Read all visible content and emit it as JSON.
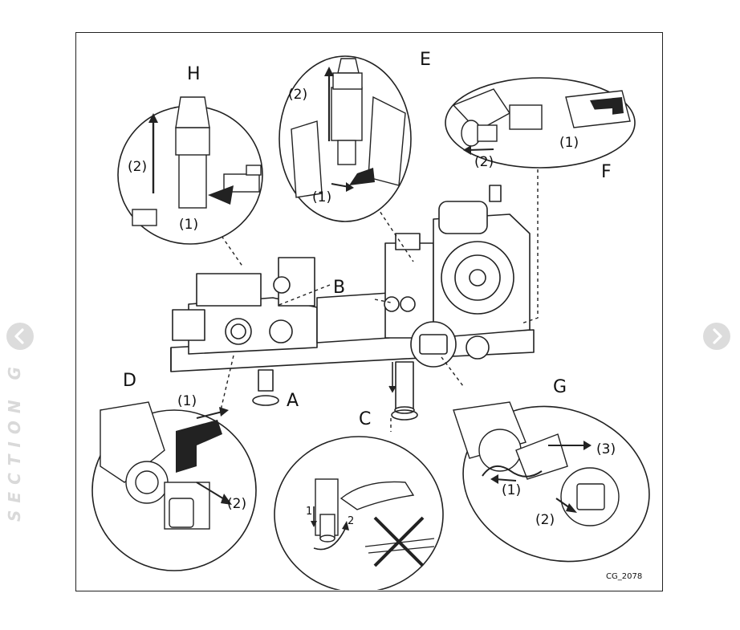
{
  "side_label": "SECTION G",
  "nav": {
    "prev_icon": "chevron-left-icon",
    "next_icon": "chevron-right-icon"
  },
  "figure": {
    "code": "CG_2078",
    "labels": {
      "A": "A",
      "B": "B",
      "C": "C",
      "D": "D",
      "E": "E",
      "F": "F",
      "G": "G",
      "H": "H"
    },
    "steps": {
      "one": "(1)",
      "two": "(2)",
      "three": "(3)"
    },
    "detail_c": {
      "one": "1",
      "two": "2"
    }
  }
}
